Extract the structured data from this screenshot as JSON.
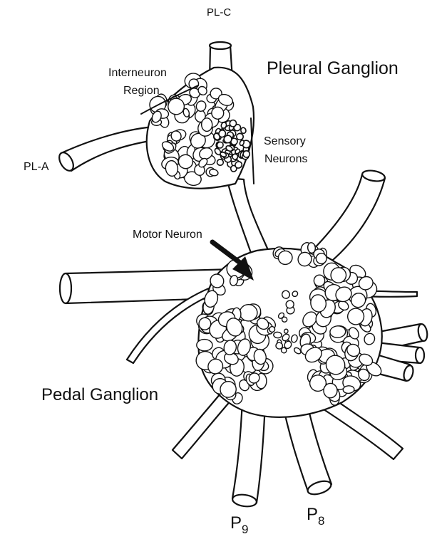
{
  "figure": {
    "labels": {
      "pl_c": "PL-C",
      "pl_a": "PL-A",
      "interneuron_line1": "Interneuron",
      "interneuron_line2": "Region",
      "pleural_ganglion": "Pleural Ganglion",
      "sensory_line1": "Sensory",
      "sensory_line2": "Neurons",
      "motor_neuron": "Motor Neuron",
      "pedal_ganglion": "Pedal Ganglion",
      "p9_letter": "P",
      "p9_sub": "9",
      "p8_letter": "P",
      "p8_sub": "8"
    }
  }
}
